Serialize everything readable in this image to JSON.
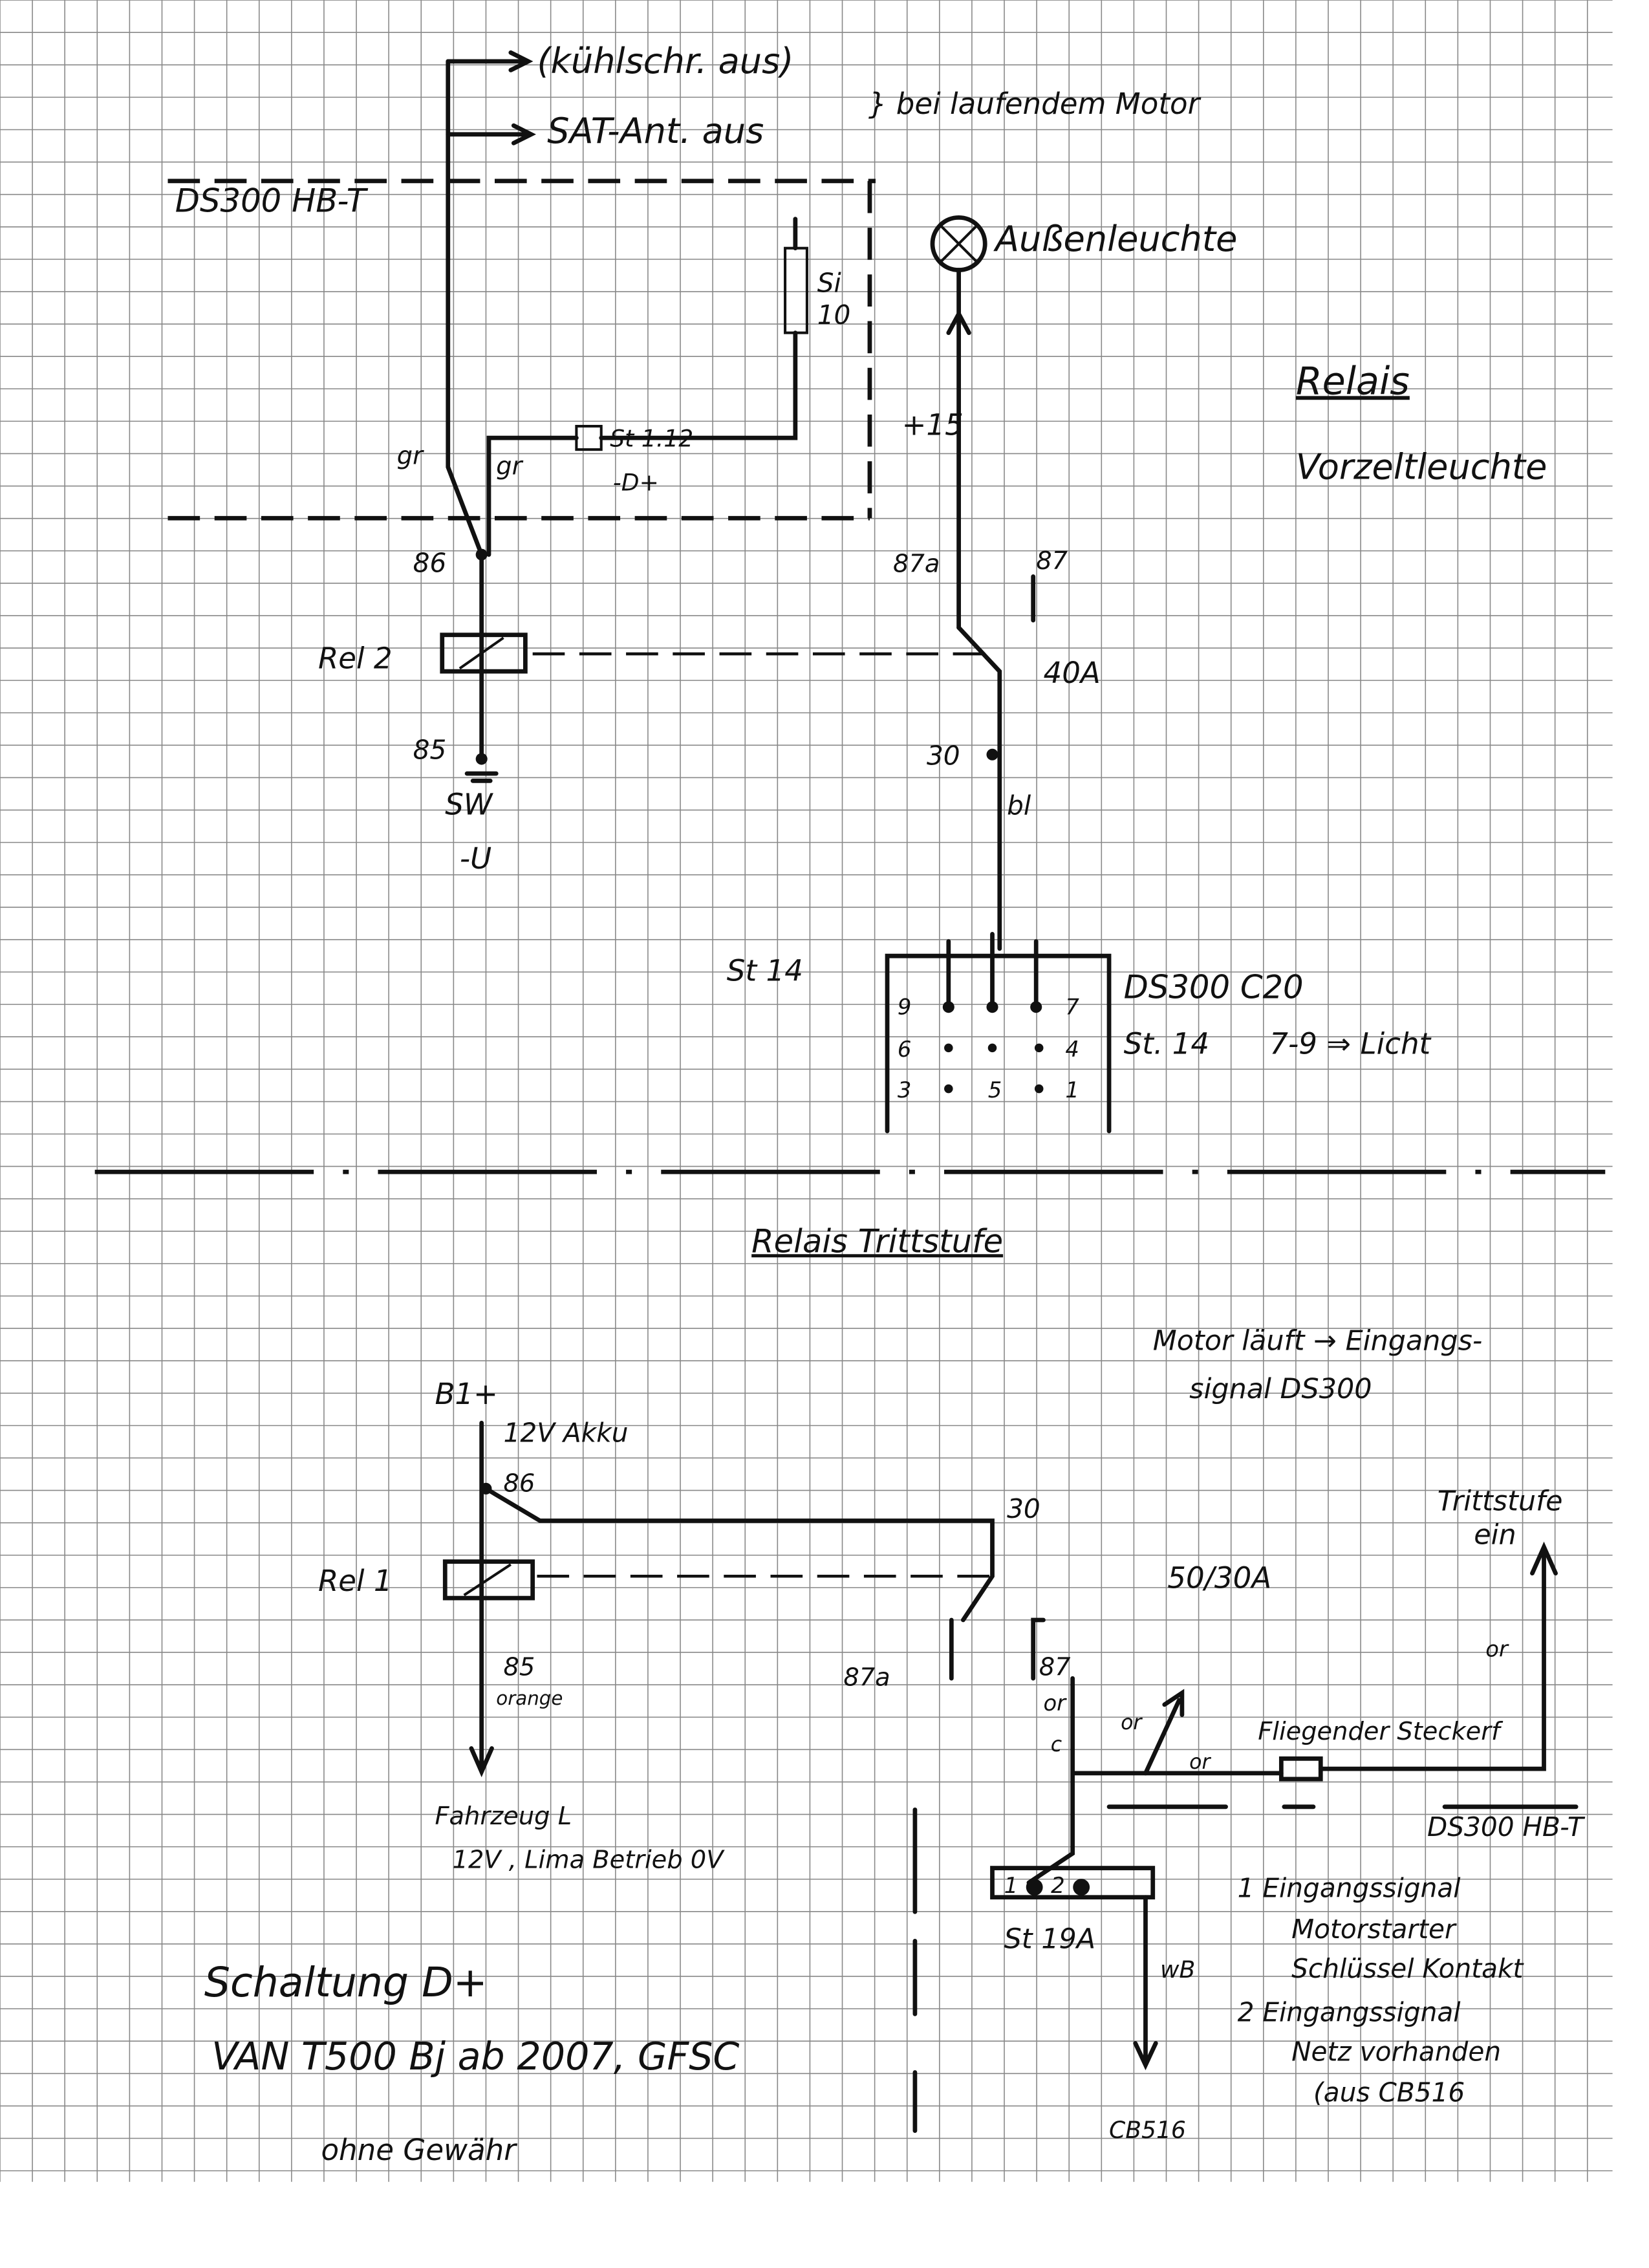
{
  "top": {
    "out_fridge": "(kühlschr. aus)",
    "out_sat": "SAT-Ant. aus",
    "brace_note": "} bei laufendem Motor",
    "box_label": "DS300 HB-T",
    "lamp_label": "Außenleuchte",
    "fuse_label_1": "Si",
    "fuse_label_2": "10",
    "plus15": "+15",
    "title_1": "Relais",
    "title_2": "Vorzeltleuchte",
    "wire_gr_1": "gr",
    "wire_gr_2": "gr",
    "conn_st112": "St 1.12",
    "conn_dplus": "-D+",
    "pin86": "86",
    "relay": "Rel 2",
    "pin85": "85",
    "ground": "SW",
    "minus_u": "-U",
    "pin87a": "87a",
    "pin87": "87",
    "amps": "40A",
    "pin30": "30",
    "wire_bl": "bl",
    "st14": "St 14",
    "conn_name": "DS300   C20",
    "conn_note_1": "St. 14",
    "conn_note_2": "7-9 ⇒ Licht",
    "pins": [
      "9",
      "7",
      "6",
      "4",
      "3",
      "5",
      "1"
    ]
  },
  "bottom": {
    "title": "Relais Trittstufe",
    "note_1": "Motor läuft → Eingangs-",
    "note_2": "signal DS300",
    "b1": "B1+",
    "akku": "12V Akku",
    "pin86": "86",
    "pin30": "30",
    "relay": "Rel 1",
    "amps": "50/30A",
    "pin85": "85",
    "orange": "orange",
    "pin87a": "87a",
    "pin87": "87",
    "wire_or_1": "or",
    "wire_c": "c",
    "wire_or_2": "or",
    "wire_or_3": "or",
    "wire_or_4": "or",
    "plug": "Fliegender Steckerf",
    "step_1": "Trittstufe",
    "step_2": "ein",
    "box_label": "DS300 HB-T",
    "vehicle_1": "Fahrzeug L",
    "vehicle_2": "12V , Lima Betrieb 0V",
    "st19a": "St 19A",
    "st19_pins": "1 ●  2 ●",
    "wire_wb": "wB",
    "cb516": "CB516",
    "legend": [
      "1  Eingangssignal",
      "Motorstarter",
      "Schlüssel Kontakt",
      "2  Eingangssignal",
      "Netz vorhanden",
      "(aus CB516"
    ],
    "footer_1": "Schaltung D+",
    "footer_2": "VAN T500  Bj ab 2007, GFSC",
    "footer_3": "ohne Gewähr"
  }
}
